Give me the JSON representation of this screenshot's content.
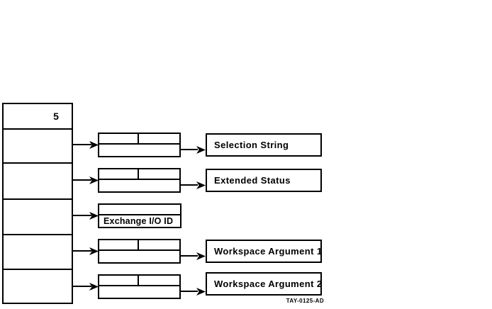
{
  "figure": {
    "code": "TAY-0125-AD",
    "background_color": "#ffffff",
    "line_color": "#000000"
  },
  "control_block": {
    "header_value": "5",
    "cell_count": 6
  },
  "rows": [
    {
      "name": "selection-string",
      "descriptor_type": "two-cell",
      "target_label": "Selection String"
    },
    {
      "name": "extended-status",
      "descriptor_type": "two-cell",
      "target_label": "Extended Status"
    },
    {
      "name": "exchange-io-id",
      "descriptor_type": "inline-label",
      "inline_label": "Exchange I/O ID"
    },
    {
      "name": "workspace-argument-1",
      "descriptor_type": "two-cell",
      "target_label": "Workspace Argument 1"
    },
    {
      "name": "workspace-argument-2",
      "descriptor_type": "two-cell",
      "target_label": "Workspace Argument 2"
    }
  ]
}
